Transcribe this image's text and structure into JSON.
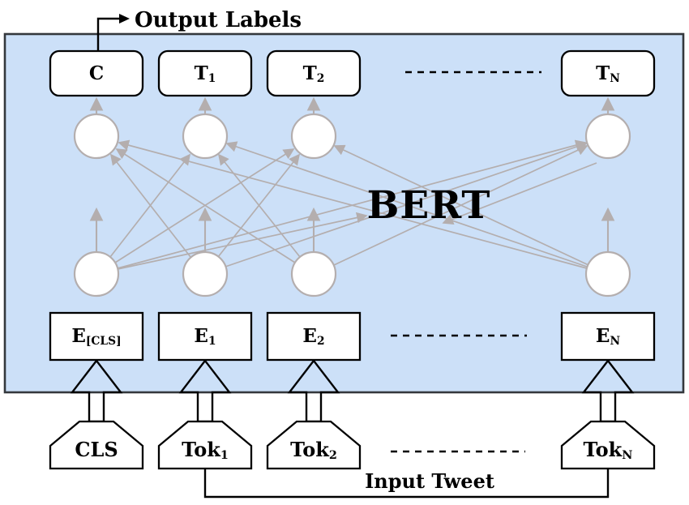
{
  "output_arrow_label": "Output Labels",
  "bert_label": "BERT",
  "input_tweet_label": "Input Tweet",
  "top_row": [
    {
      "base": "C",
      "sub": ""
    },
    {
      "base": "T",
      "sub": "1"
    },
    {
      "base": "T",
      "sub": "2"
    },
    {
      "base": "T",
      "sub": "N"
    }
  ],
  "embedding_row": [
    {
      "base": "E",
      "sub": "[CLS]"
    },
    {
      "base": "E",
      "sub": "1"
    },
    {
      "base": "E",
      "sub": "2"
    },
    {
      "base": "E",
      "sub": "N"
    }
  ],
  "token_row": [
    {
      "base": "CLS",
      "sub": ""
    },
    {
      "base": "Tok",
      "sub": "1"
    },
    {
      "base": "Tok",
      "sub": "2"
    },
    {
      "base": "Tok",
      "sub": "N"
    }
  ],
  "colors": {
    "panel_fill": "#cce0f8",
    "panel_border": "#34383c",
    "node_fill": "#ffffff",
    "node_border": "#000000",
    "circle_stroke": "#b4aeae",
    "connection_gray": "#b4aeae",
    "text_color": "#000000"
  }
}
